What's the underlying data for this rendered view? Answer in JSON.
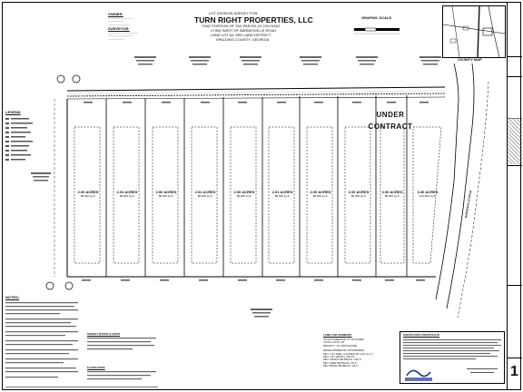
{
  "title_block": {
    "header": "LOT DIVISION SURVEY FOR:",
    "company": "TURN RIGHT PROPERTIES, LLC",
    "line1": "THAT PORTION OF TAX PARCEL ID 223 01002",
    "line2": "LYING WEST OF BARNESVILLE ROAD",
    "line3": "LAND LOT 84, 3RD LAND DISTRICT",
    "line4": "SPALDING COUNTY, GEORGIA"
  },
  "owner": {
    "label": "OWNER:"
  },
  "surveyor": {
    "label": "SURVEYOR:"
  },
  "graphic_scale": {
    "label": "GRAPHIC SCALE"
  },
  "vicinity_map": {
    "label": "VICINITY MAP"
  },
  "legend": {
    "label": "LEGEND"
  },
  "notes": {
    "label": "NOTES:"
  },
  "survey_notes": {
    "label": "SURVEY NOTES & UNITS"
  },
  "flood_note": {
    "label": "FLOOD NOTE"
  },
  "land_use": {
    "label": "LAND USE SUMMARY",
    "lines": [
      "TOTAL ACREAGE: 27.15 ACRES",
      "TOTAL LOTS: 10",
      "DENSITY: 10 UNITS/ACRE",
      "",
      "DEVELOPMENTAL STANDARDS",
      "MIN. LOT SIZE: 2 ACRES (87,120 sq. ft.)",
      "MIN. LOT WIDTH: 150 FT.",
      "MIN. FRONT SETBACK: 100 ft.",
      "MIN. SIDE SETBACK: 25 ft.",
      "MIN. REAR SETBACK: 20 ft."
    ]
  },
  "certificate": {
    "label": "SURVEYOR'S CERTIFICATE"
  },
  "under_contract": {
    "line1": "UNDER",
    "line2": "CONTRACT"
  },
  "road": {
    "label": "BARNESVILLE ROAD"
  },
  "sheet": {
    "number": "1"
  },
  "lots": [
    {
      "acres": "2.00 ACRES",
      "sqft": "88,000 sq.ft."
    },
    {
      "acres": "2.01 ACRES",
      "sqft": "88,000 sq.ft."
    },
    {
      "acres": "2.00 ACRES",
      "sqft": "88,000 sq.ft."
    },
    {
      "acres": "2.01 ACRES",
      "sqft": "88,000 sq.ft."
    },
    {
      "acres": "2.00 ACRES",
      "sqft": "88,000 sq.ft."
    },
    {
      "acres": "2.01 ACRES",
      "sqft": "88,000 sq.ft."
    },
    {
      "acres": "2.00 ACRES",
      "sqft": "88,000 sq.ft."
    },
    {
      "acres": "2.00 ACRES",
      "sqft": "88,000 sq.ft."
    },
    {
      "acres": "2.00 ACRES",
      "sqft": "88,000 sq.ft."
    },
    {
      "acres": "3.30 ACRES",
      "sqft": "144,000 sq.ft."
    }
  ]
}
